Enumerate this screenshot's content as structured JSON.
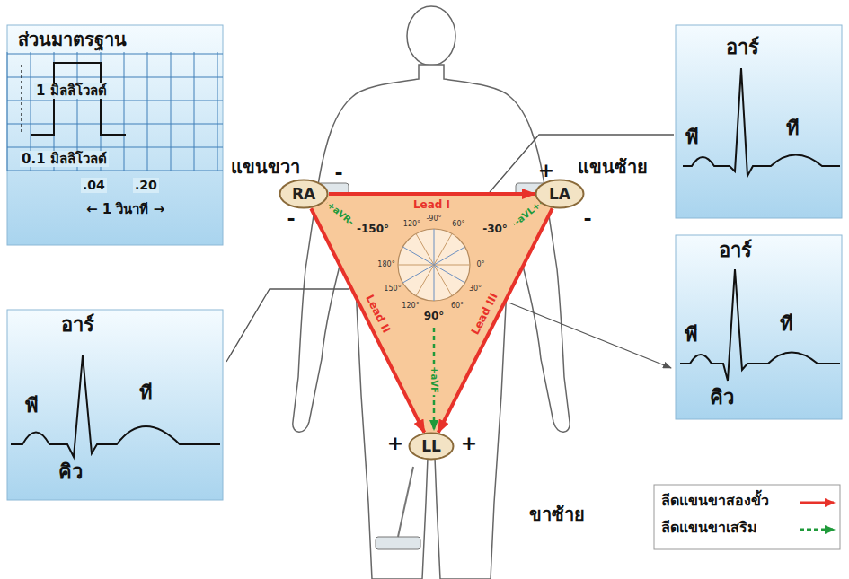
{
  "diagram": {
    "nodes": [
      {
        "text": [
          "ส่วนมาตรฐาน",
          "1 มิลลิโวลต์",
          "0.1 มิลลิโวลต์",
          ".04",
          ".20",
          "← 1 วินาที →"
        ]
      },
      {
        "text": [
          "อาร์",
          "พี",
          "ที"
        ]
      },
      {
        "text": [
          "RA"
        ]
      },
      {
        "text": [
          "LA"
        ]
      },
      {
        "text": [
          "อาร์",
          "พี",
          "ที",
          "คิว"
        ]
      },
      {
        "text": [
          "อาร์",
          "พี",
          "ที",
          "คิว"
        ]
      },
      {
        "text": [
          "LL"
        ]
      }
    ],
    "edges": [
      {
        "from": 2,
        "to": 3,
        "arrow": "to",
        "label": "Lead I"
      },
      {
        "from": 2,
        "to": 6,
        "arrow": "to",
        "label": "Lead II"
      },
      {
        "from": 3,
        "to": 6,
        "arrow": "to",
        "label": "Lead III"
      }
    ],
    "labels": [
      "แขนขวา",
      "-",
      "-",
      "แขนซ้าย",
      "+",
      "-",
      "+aVR-",
      "-aVL+",
      "-150°",
      "-120°",
      "-90°",
      "-60°",
      "-30°",
      "180°",
      "0°",
      "150°",
      "30°",
      "120°",
      "60°",
      "90°",
      "+aVF",
      "+",
      "+",
      "ขาซ้าย"
    ],
    "legend": [
      {
        "text": "ลีดแขนขาสองขั้ว"
      },
      {
        "text": "ลีดแขนขาเสริม"
      }
    ]
  }
}
